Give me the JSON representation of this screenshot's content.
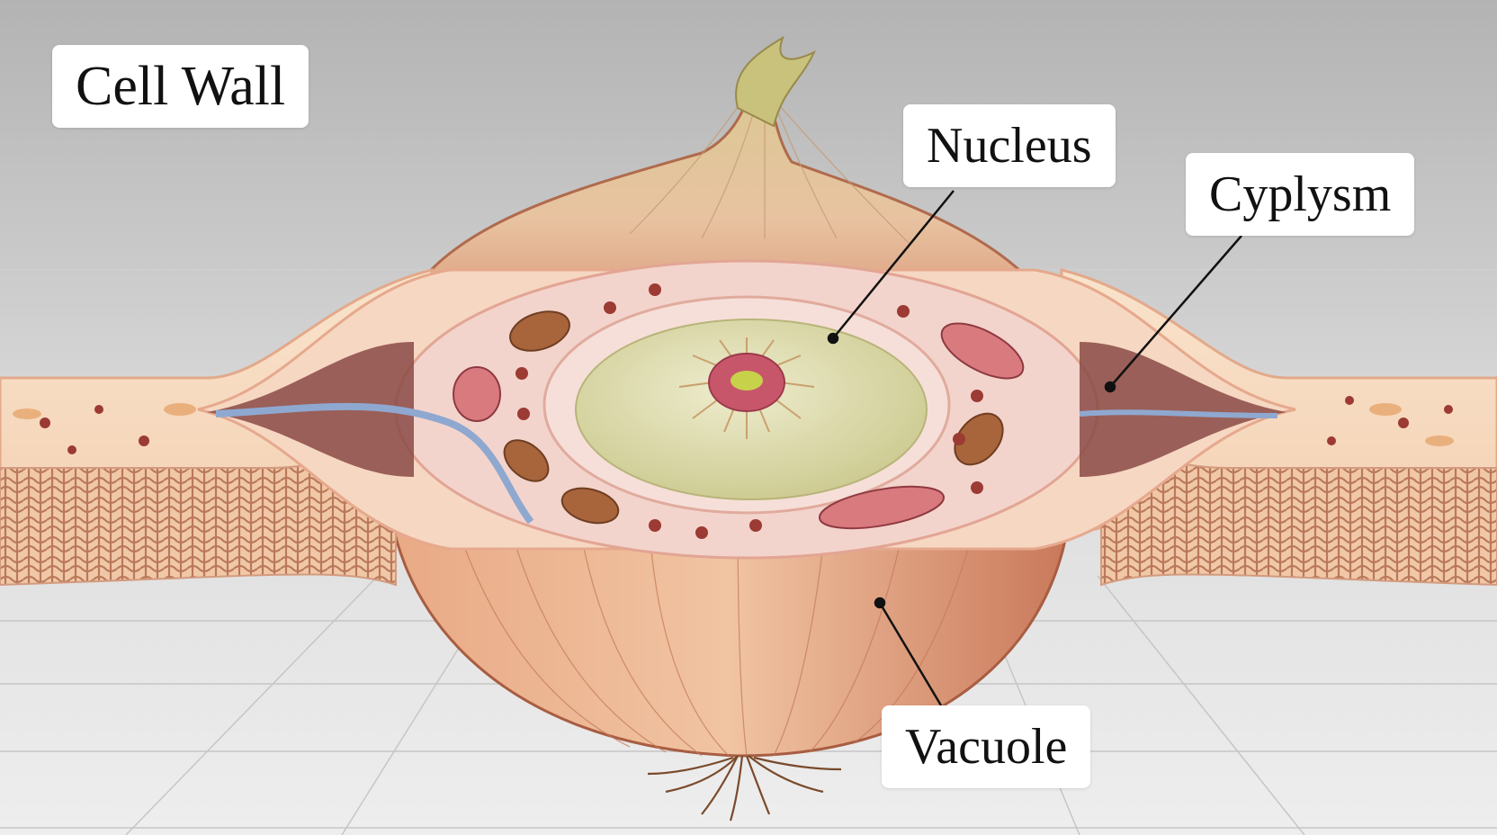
{
  "labels": {
    "cell_wall": "Cell Wall",
    "nucleus": "Nucleus",
    "cytoplasm": "Cyplysm",
    "vacuole": "Vacuole"
  },
  "colors": {
    "onion_skin": "#e8a27c",
    "onion_dark": "#b8694a",
    "onion_top": "#d9c79a",
    "cell_band": "#f7dcc4",
    "cytoplasm": "#f3d4cc",
    "nucleus": "#dcdba4",
    "nucleolus": "#c8566a",
    "mitochondria": "#d97a7f",
    "organelle_brown": "#a8643b",
    "leader_line": "#111111"
  }
}
